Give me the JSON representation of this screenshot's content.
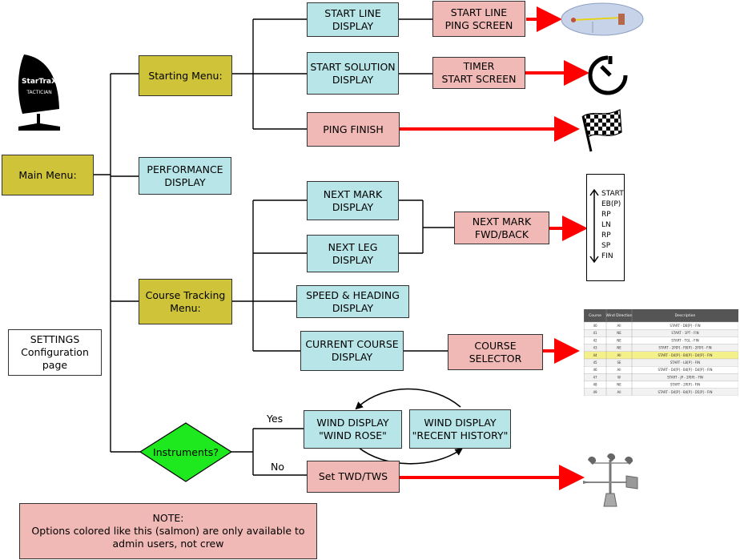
{
  "nodes": {
    "main_menu": "Main Menu:",
    "starting_menu": "Starting Menu:",
    "performance": "PERFORMANCE\nDISPLAY",
    "course_tracking": "Course Tracking\nMenu:",
    "instruments": "Instruments?",
    "settings": "SETTINGS\nConfiguration\npage",
    "start_line": "START LINE\nDISPLAY",
    "start_line_ping": "START LINE\nPING SCREEN",
    "start_solution": "START SOLUTION\nDISPLAY",
    "timer": "TIMER\nSTART SCREEN",
    "ping_finish": "PING FINISH",
    "next_mark": "NEXT MARK\nDISPLAY",
    "next_leg": "NEXT LEG\nDISPLAY",
    "next_mark_fwd": "NEXT MARK\nFWD/BACK",
    "speed_heading": "SPEED & HEADING\nDISPLAY",
    "current_course": "CURRENT COURSE\nDISPLAY",
    "course_selector": "COURSE\nSELECTOR",
    "wind_rose": "WIND DISPLAY\n\"WIND ROSE\"",
    "wind_history": "WIND DISPLAY\n\"RECENT HISTORY\"",
    "set_twd": "Set TWD/TWS",
    "note": "NOTE:\nOptions colored like this (salmon) are only available to\nadmin users, not crew"
  },
  "edge_labels": {
    "yes": "Yes",
    "no": "No"
  },
  "logo": {
    "line1": "StarTraX",
    "line2": "TACTICIAN"
  },
  "mark_list": [
    "START",
    "EB(P)",
    "RP",
    "LN",
    "RP",
    "SP",
    "FIN"
  ],
  "course_table": {
    "headers": [
      "Course",
      "Wind Direction",
      "Description"
    ],
    "rows": [
      [
        "40",
        "All",
        "START - DB[P] - FIN"
      ],
      [
        "41",
        "NE",
        "START - 1PT - FIN"
      ],
      [
        "42",
        "NE",
        "START - TGL - FIN"
      ],
      [
        "43",
        "NE",
        "START - 2P[P] - FB[P] - 2P[P] - FIN"
      ],
      [
        "44",
        "All",
        "START - D4[P] - B4[P] - D4[P] - FIN"
      ],
      [
        "45",
        "SE",
        "START - LB[P] - FIN"
      ],
      [
        "46",
        "All",
        "START - D4[P] - B4[P] - D4[P] - FIN"
      ],
      [
        "47",
        "W",
        "START - JP - 2P[P] - FIN"
      ],
      [
        "48",
        "NE",
        "START - 2P[P] - FIN"
      ],
      [
        "49",
        "All",
        "START - D4[P] - B4[P] - D5[P] - FIN"
      ]
    ]
  },
  "colors": {
    "cyan": "#b7e5e8",
    "salmon": "#f0b9b5",
    "olive": "#cfc33a",
    "diamond": "#1ee81e",
    "arrow": "#ff0000"
  }
}
